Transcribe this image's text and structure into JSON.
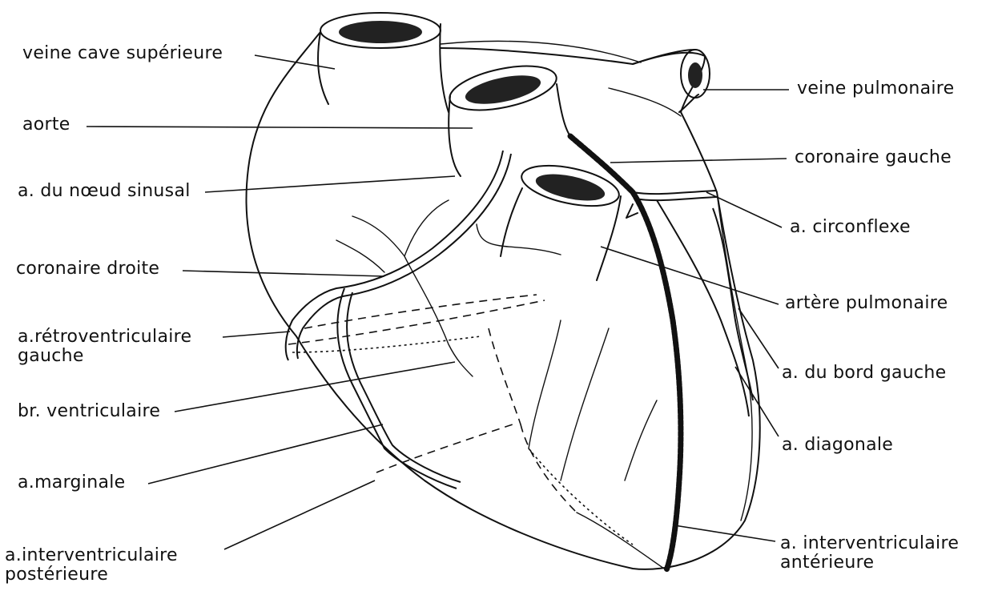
{
  "labels": {
    "veine_cave_superieure": "veine cave supérieure",
    "aorte": "aorte",
    "a_noeud_sinusal": "a. du nœud sinusal",
    "coronaire_droite": "coronaire droite",
    "retroventriculaire_l1": "a.rétroventriculaire",
    "retroventriculaire_l2": "gauche",
    "br_ventriculaire": "br. ventriculaire",
    "a_marginale": "a.marginale",
    "interv_post_l1": "a.interventriculaire",
    "interv_post_l2": "postérieure",
    "veine_pulmonaire": "veine pulmonaire",
    "coronaire_gauche": "coronaire gauche",
    "a_circonflexe": "a. circonflexe",
    "artere_pulmonaire": "artère pulmonaire",
    "a_bord_gauche": "a. du bord gauche",
    "a_diagonale": "a. diagonale",
    "interv_ant_l1": "a. interventriculaire",
    "interv_ant_l2": "antérieure"
  }
}
